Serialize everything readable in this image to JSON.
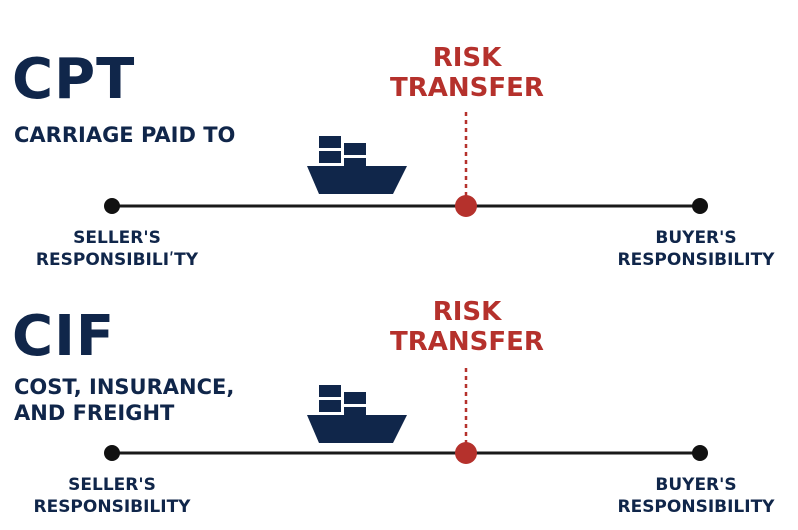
{
  "colors": {
    "navy": "#10264a",
    "red": "#b5312c",
    "line": "#1a1a1a",
    "dot": "#111111"
  },
  "sections": [
    {
      "code": "CPT",
      "subtitle_lines": [
        "CARRIAGE PAID TO"
      ],
      "risk_lines": [
        "RISK",
        "TRANSFER"
      ],
      "seller_lines": [
        "SELLER'S",
        "RESPONSIBILIʹTY"
      ],
      "buyer_lines": [
        "BUYER'S",
        "RESPONSIBILITY"
      ],
      "icon": "cargo-ship-icon"
    },
    {
      "code": "CIF",
      "subtitle_lines": [
        "COST, INSURANCE,",
        "AND FREIGHT"
      ],
      "risk_lines": [
        "RISK",
        "TRANSFER"
      ],
      "seller_lines": [
        "SELLER'S",
        "RESPONSIBILITY"
      ],
      "buyer_lines": [
        "BUYER'S",
        "RESPONSIBILITY"
      ],
      "icon": "cargo-ship-icon"
    }
  ]
}
